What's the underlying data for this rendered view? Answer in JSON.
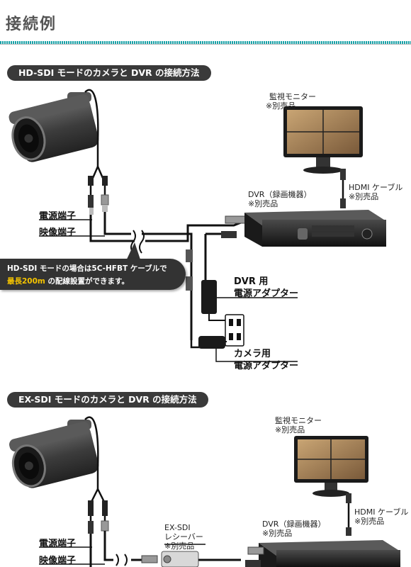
{
  "page_title": "接続例",
  "colors": {
    "accent_rule": "#1aa2a8",
    "pill_bg": "#3a3a3a",
    "highlight": "#f5c400"
  },
  "section1": {
    "heading": "HD-SDI モードのカメラと DVR の接続方法",
    "monitor_label": "監視モニター",
    "monitor_note": "※別売品",
    "hdmi_label": "HDMI ケーブル",
    "hdmi_note": "※別売品",
    "dvr_label": "DVR（録画機器）",
    "dvr_note": "※別売品",
    "power_terminal": "電源端子",
    "video_terminal": "映像端子",
    "callout_line1": "HD-SDI モードの場合は5C-HFBT ケーブルで",
    "callout_highlight": "最長200m",
    "callout_rest": " の配線設置ができます。",
    "dvr_adapter_line1": "DVR 用",
    "dvr_adapter_line2": "電源アダプター",
    "camera_adapter_line1": "カメラ用",
    "camera_adapter_line2": "電源アダプター"
  },
  "section2": {
    "heading": "EX-SDI モードのカメラと DVR の接続方法",
    "monitor_label": "監視モニター",
    "monitor_note": "※別売品",
    "hdmi_label": "HDMI ケーブル",
    "hdmi_note": "※別売品",
    "dvr_label": "DVR（録画機器）",
    "dvr_note": "※別売品",
    "receiver_line1": "EX-SDI",
    "receiver_line2": "レシーバー",
    "receiver_note": "※別売品",
    "power_terminal": "電源端子",
    "video_terminal": "映像端子"
  }
}
